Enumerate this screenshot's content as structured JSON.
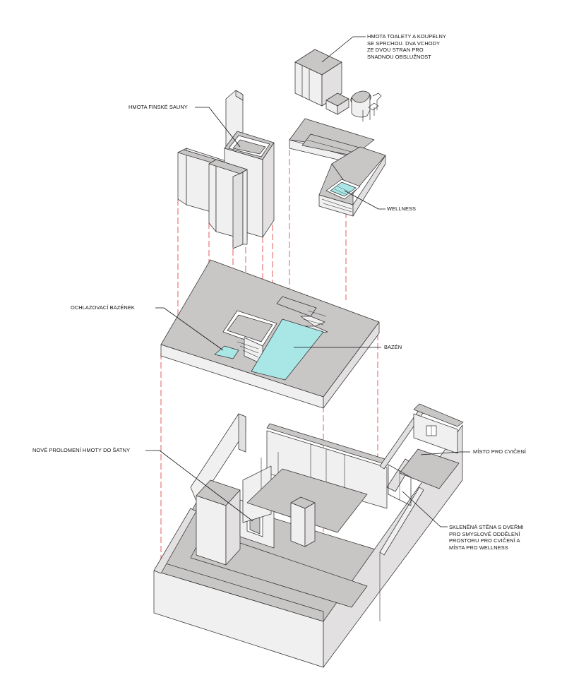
{
  "colors": {
    "water": "#a9e6e6",
    "projection_lines": "#e24b4b",
    "floor": "#c8c5c5",
    "wall_light": "#f1f0f0",
    "wall_dark": "#e2e0e0"
  },
  "labels": {
    "toilet_mass": [
      "HMOTA TOALETY A KOUPELNY",
      "SE SPRCHOU. DVA VCHODY",
      "ZE DVOU STRAN PRO",
      "SNADNOU OBSLUŽNOST"
    ],
    "sauna_mass": [
      "HMOTA FINSKÉ SAUNY"
    ],
    "wellness": [
      "WELLNESS"
    ],
    "plunge_pool": [
      "OCHLAZOVACÍ BAZÉNEK"
    ],
    "pool": [
      "BAZÉN"
    ],
    "wardrobe_opening": [
      "NOVÉ PROLOMENÍ HMOTY DO ŠATNY"
    ],
    "exercise_area": [
      "MÍSTO PRO CVIČENÍ"
    ],
    "glass_wall": [
      "SKLENĚNÁ STĚNA S DVEŘMI",
      "PRO SMYSLOVÉ ODDĚLENÍ",
      "PROSTORU PRO CVIČENÍ A",
      "MÍSTA PRO WELLNESS"
    ]
  }
}
